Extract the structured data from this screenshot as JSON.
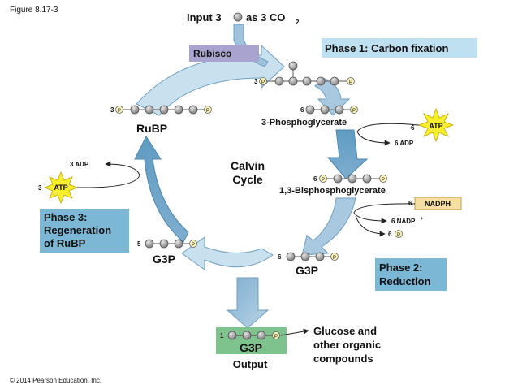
{
  "figure_label": "Figure 8.17-3",
  "copyright": "© 2014 Pearson Education, Inc.",
  "cycle": {
    "line1": "Calvin",
    "line2": "Cycle"
  },
  "input": {
    "prefix": "Input 3",
    "suffix": "as 3 CO",
    "subscript": "2"
  },
  "enzyme": "Rubisco",
  "phases": {
    "phase1": "Phase 1: Carbon fixation",
    "phase2": {
      "line1": "Phase 2:",
      "line2": "Reduction"
    },
    "phase3": {
      "line1": "Phase 3:",
      "line2": "Regeneration",
      "line3": "of RuBP"
    }
  },
  "molecules": {
    "six_carbon": {
      "count": "3"
    },
    "rubp": {
      "count": "3",
      "name": "RuBP"
    },
    "pga": {
      "count": "6",
      "name": "3-Phosphoglycerate"
    },
    "bpg": {
      "count": "6",
      "name": "1,3-Bisphosphoglycerate"
    },
    "g3p_six": {
      "count": "6",
      "name": "G3P"
    },
    "g3p_five": {
      "count": "5",
      "name": "G3P"
    },
    "g3p_output": {
      "count": "1",
      "name": "G3P",
      "label": "Output"
    }
  },
  "phosphate_label": "P",
  "atp_label": "ATP",
  "nadph_label": "NADPH",
  "cofactors": {
    "atp_in_phase2_count": "6",
    "adp_out_phase2": "6 ADP",
    "nadph_count": "6",
    "nadp_out": "6 NADP",
    "nadp_superscript": "+",
    "pi_count": "6",
    "pi_subscript": "i",
    "atp_in_phase3_count": "3",
    "adp_out_phase3": "3 ADP"
  },
  "products": {
    "line1": "Glucose and",
    "line2": "other organic",
    "line3": "compounds"
  },
  "colors": {
    "phase_box": "#7db7d6",
    "phase1_box": "#bfe0f0",
    "rubisco_box": "#a9a3cf",
    "output_box": "#7ec28e",
    "nadph_box": "#f6dfa3",
    "atp_star": "#f7ee2d",
    "carbon": "#9a9a9a",
    "phosphate": "#f8f2b6"
  }
}
